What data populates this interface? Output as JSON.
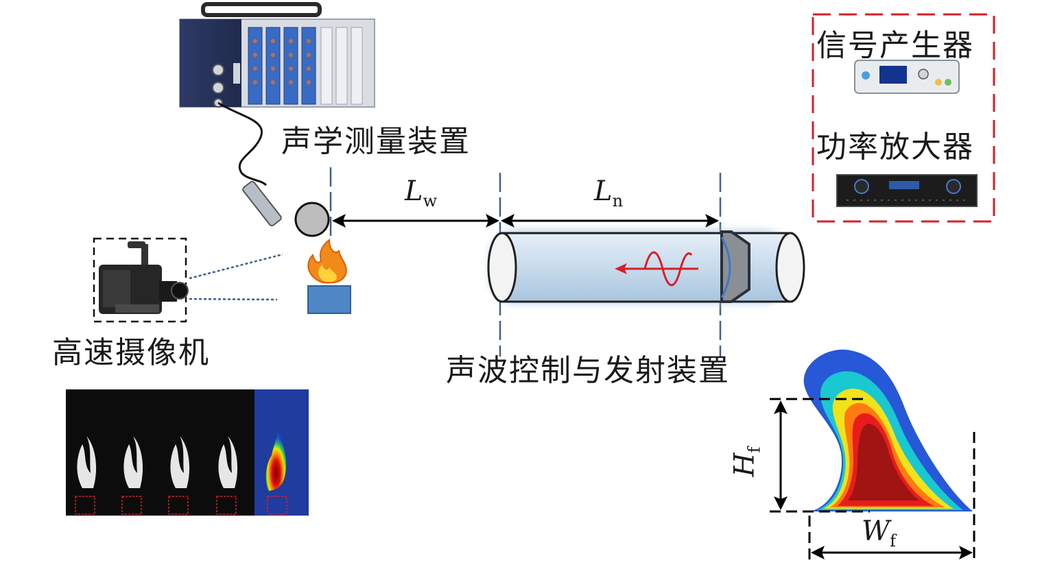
{
  "labels": {
    "acoustic_measurement": "声学测量装置",
    "high_speed_camera": "高速摄像机",
    "acoustic_control": "声波控制与发射装置",
    "signal_generator": "信号产生器",
    "power_amplifier": "功率放大器"
  },
  "dimensions": {
    "lw": {
      "symbol": "L",
      "sub": "w"
    },
    "ln": {
      "symbol": "L",
      "sub": "n"
    },
    "hf": {
      "symbol": "H",
      "sub": "f"
    },
    "wf": {
      "symbol": "W",
      "sub": "f"
    }
  },
  "colors": {
    "tube_fill": "#cfe0ee",
    "tube_glow": "#9cc3ea",
    "burner": "#4f86c6",
    "equip_box": "#d81f26",
    "dim_line": "#000000",
    "axis_line": "#3f5f8f",
    "wave": "#d81f26"
  }
}
